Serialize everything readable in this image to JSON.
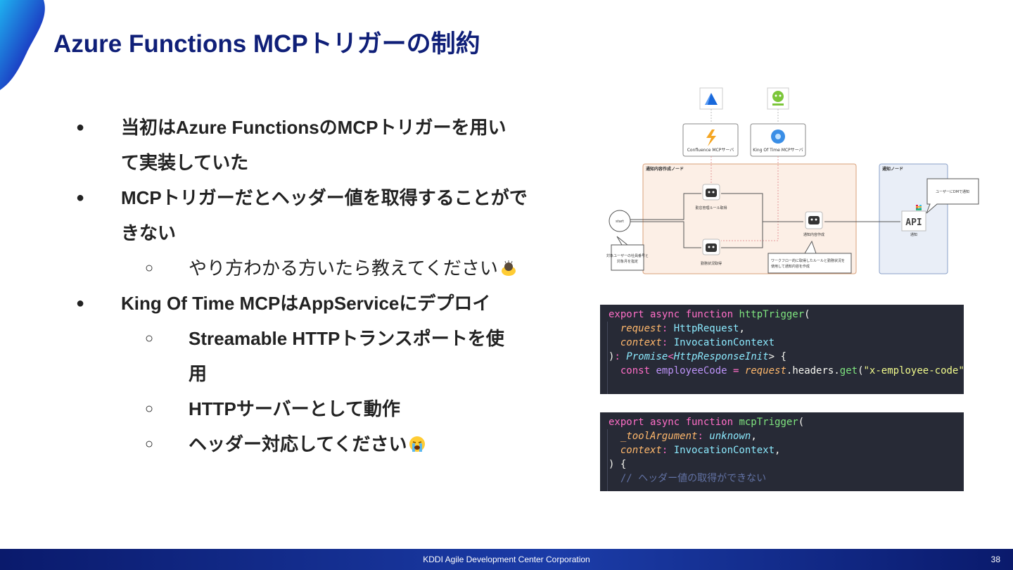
{
  "slide": {
    "title": "Azure Functions MCPトリガーの制約",
    "page_number": "38",
    "footer": "KDDI Agile Development Center Corporation"
  },
  "bullets": [
    {
      "level": 1,
      "lines": [
        "当初はAzure FunctionsのMCPトリガーを用い",
        "て実装していた"
      ]
    },
    {
      "level": 1,
      "lines": [
        "MCPトリガーだとヘッダー値を取得することがで",
        "きない"
      ]
    },
    {
      "level": 2,
      "lines": [
        "やり方わかる方いたら教えてください"
      ],
      "emoji": "bowing-emoji"
    },
    {
      "level": 1,
      "lines": [
        "King Of Time MCPはAppServiceにデプロイ"
      ]
    },
    {
      "level": 2,
      "lines": [
        "Streamable HTTPトランスポートを使",
        "用"
      ]
    },
    {
      "level": 2,
      "lines": [
        "HTTPサーバーとして動作"
      ]
    },
    {
      "level": 2,
      "lines": [
        "ヘッダー対応してください"
      ],
      "emoji": "crying-emoji"
    }
  ],
  "diagram": {
    "servers": {
      "confluence": "Confluence MCPサーバ",
      "kingoftime": "King Of Time MCPサーバ"
    },
    "groups": {
      "compose": "通知内容作成ノード",
      "notify": "通知ノード"
    },
    "nodes": {
      "start": "start",
      "rules": "勤怠管理ルール取得",
      "status": "勤務状況取得",
      "compose": "通知内容作成",
      "api": "API",
      "api_label": "通知"
    },
    "callouts": {
      "input_line1": "対象ユーザーの社員番号と",
      "input_line2": "対象月を指定",
      "compose_line1": "ワークフロー的に取得したルールと勤務状況を",
      "compose_line2": "使用して通知内容を作成",
      "dm": "ユーザーにDMで通知"
    }
  },
  "code_http": [
    [
      {
        "t": "export async function ",
        "c": "kw"
      },
      {
        "t": "httpTrigger",
        "c": "fn"
      },
      {
        "t": "(",
        "c": "pl"
      }
    ],
    [
      {
        "t": "  request",
        "c": "par"
      },
      {
        "t": ": ",
        "c": "kw"
      },
      {
        "t": "HttpRequest",
        "c": "ty"
      },
      {
        "t": ",",
        "c": "pl"
      }
    ],
    [
      {
        "t": "  context",
        "c": "par"
      },
      {
        "t": ": ",
        "c": "kw"
      },
      {
        "t": "InvocationContext",
        "c": "ty"
      }
    ],
    [
      {
        "t": ")",
        "c": "pl"
      },
      {
        "t": ": ",
        "c": "kw"
      },
      {
        "t": "Promise",
        "c": "it"
      },
      {
        "t": "<",
        "c": "kw"
      },
      {
        "t": "HttpResponseInit",
        "c": "it"
      },
      {
        "t": "> {",
        "c": "pl"
      }
    ],
    [
      {
        "t": "  const ",
        "c": "kw"
      },
      {
        "t": "employeeCode",
        "c": "vr"
      },
      {
        "t": " = ",
        "c": "kw"
      },
      {
        "t": "request",
        "c": "par"
      },
      {
        "t": ".headers.",
        "c": "pl"
      },
      {
        "t": "get",
        "c": "fn"
      },
      {
        "t": "(",
        "c": "pl"
      },
      {
        "t": "\"x-employee-code\"",
        "c": "str"
      },
      {
        "t": ");",
        "c": "pl"
      }
    ]
  ],
  "code_mcp": [
    [
      {
        "t": "export async function ",
        "c": "kw"
      },
      {
        "t": "mcpTrigger",
        "c": "fn"
      },
      {
        "t": "(",
        "c": "pl"
      }
    ],
    [
      {
        "t": "  _toolArgument",
        "c": "par"
      },
      {
        "t": ": ",
        "c": "kw"
      },
      {
        "t": "unknown",
        "c": "it"
      },
      {
        "t": ",",
        "c": "pl"
      }
    ],
    [
      {
        "t": "  context",
        "c": "par"
      },
      {
        "t": ": ",
        "c": "kw"
      },
      {
        "t": "InvocationContext",
        "c": "ty"
      },
      {
        "t": ",",
        "c": "pl"
      }
    ],
    [
      {
        "t": ") {",
        "c": "pl"
      }
    ],
    [
      {
        "t": "  // ヘッダー値の取得ができない",
        "c": "cm"
      }
    ]
  ],
  "colors": {
    "title": "#0f1f78",
    "footer": "#1b3ca8",
    "code_bg": "#272a36"
  }
}
